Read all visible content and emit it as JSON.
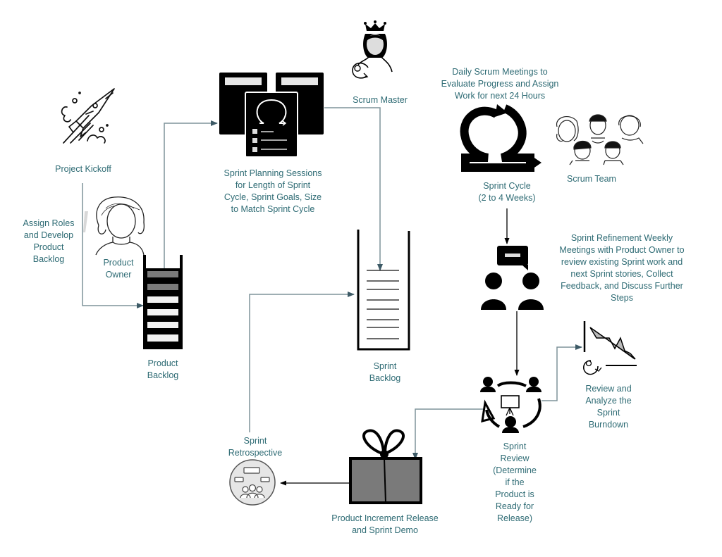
{
  "diagram": {
    "title": "Scrum Process Flow",
    "colors": {
      "label_text": "#2e6b74",
      "connector": "#7f939a",
      "connector_arrowhead": "#3d5a66",
      "black_arrow": "#000000",
      "icon_fill": "#000000",
      "box_gray": "#7a7a7a"
    },
    "nodes": {
      "project_kickoff": {
        "label": "Project Kickoff",
        "icon": "rocket-icon"
      },
      "assign_roles": {
        "label": "Assign Roles\nand Develop\nProduct\nBacklog"
      },
      "product_owner": {
        "label": "Product\nOwner",
        "icon": "product-owner-person-icon"
      },
      "product_backlog": {
        "label": "Product\nBacklog",
        "icon": "backlog-stack-icon"
      },
      "sprint_planning": {
        "label": "Sprint Planning Sessions\nfor Length of Sprint\nCycle, Sprint Goals, Size\nto Match Sprint Cycle",
        "icon": "sprint-planning-documents-icon"
      },
      "scrum_master": {
        "label": "Scrum Master",
        "icon": "scrum-master-crown-icon"
      },
      "daily_scrum": {
        "label": "Daily Scrum Meetings to\nEvaluate Progress and Assign\nWork for next 24 Hours"
      },
      "sprint_cycle": {
        "label": "Sprint Cycle\n(2 to 4 Weeks)",
        "icon": "cycle-arrow-icon"
      },
      "scrum_team": {
        "label": "Scrum Team",
        "icon": "team-people-icon"
      },
      "sprint_backlog": {
        "label": "Sprint\nBacklog",
        "icon": "sprint-backlog-list-icon"
      },
      "sprint_refinement": {
        "label": "Sprint Refinement Weekly\nMeetings with Product Owner to\nreview existing Sprint work and\nnext Sprint stories, Collect\nFeedback, and Discuss Further\nSteps",
        "icon": "meeting-chat-icon"
      },
      "burndown": {
        "label": "Review and\nAnalyze the\nSprint\nBurndown",
        "icon": "burndown-chart-icon"
      },
      "sprint_review": {
        "label": "Sprint\nReview\n(Determine\nif the\nProduct is\nReady for\nRelease)",
        "icon": "review-presentation-icon"
      },
      "product_increment": {
        "label": "Product Increment Release\nand Sprint Demo",
        "icon": "gift-box-icon"
      },
      "sprint_retrospective": {
        "label": "Sprint\nRetrospective",
        "icon": "retrospective-discussion-icon"
      }
    },
    "edges": [
      {
        "from": "project_kickoff",
        "to": "product_backlog",
        "style": "gray"
      },
      {
        "from": "product_backlog",
        "to": "sprint_planning",
        "style": "gray"
      },
      {
        "from": "sprint_planning",
        "to": "sprint_backlog",
        "style": "gray"
      },
      {
        "from": "sprint_cycle",
        "to": "sprint_refinement",
        "style": "black"
      },
      {
        "from": "sprint_refinement",
        "to": "sprint_review",
        "style": "black"
      },
      {
        "from": "sprint_review",
        "to": "burndown",
        "style": "gray"
      },
      {
        "from": "sprint_review",
        "to": "product_increment",
        "style": "gray"
      },
      {
        "from": "product_increment",
        "to": "sprint_retrospective",
        "style": "black"
      },
      {
        "from": "sprint_retrospective",
        "to": "sprint_backlog",
        "style": "gray"
      }
    ]
  }
}
